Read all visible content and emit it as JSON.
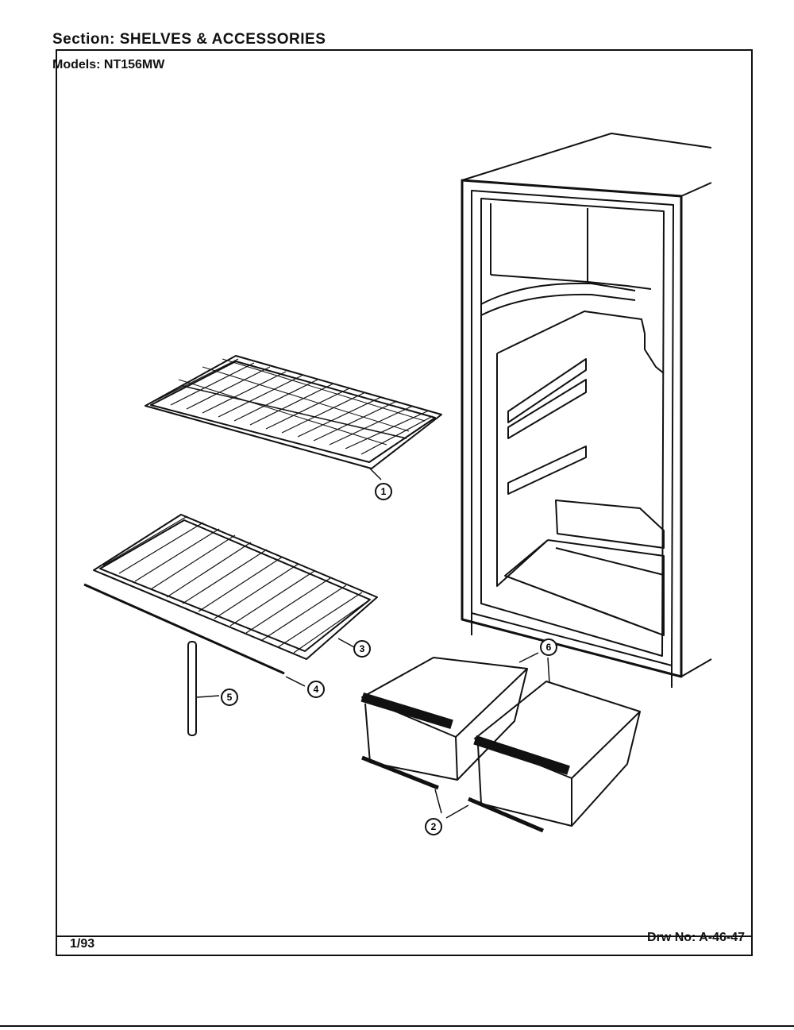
{
  "header": {
    "section_label": "Section:",
    "section_value": "SHELVES & ACCESSORIES",
    "models_label": "Models:",
    "models_value": "NT156MW"
  },
  "footer": {
    "date_code": "1/93",
    "drawing_number": "Drw No:  A-46-47"
  },
  "callouts": [
    "1",
    "2",
    "3",
    "4",
    "5",
    "6"
  ]
}
